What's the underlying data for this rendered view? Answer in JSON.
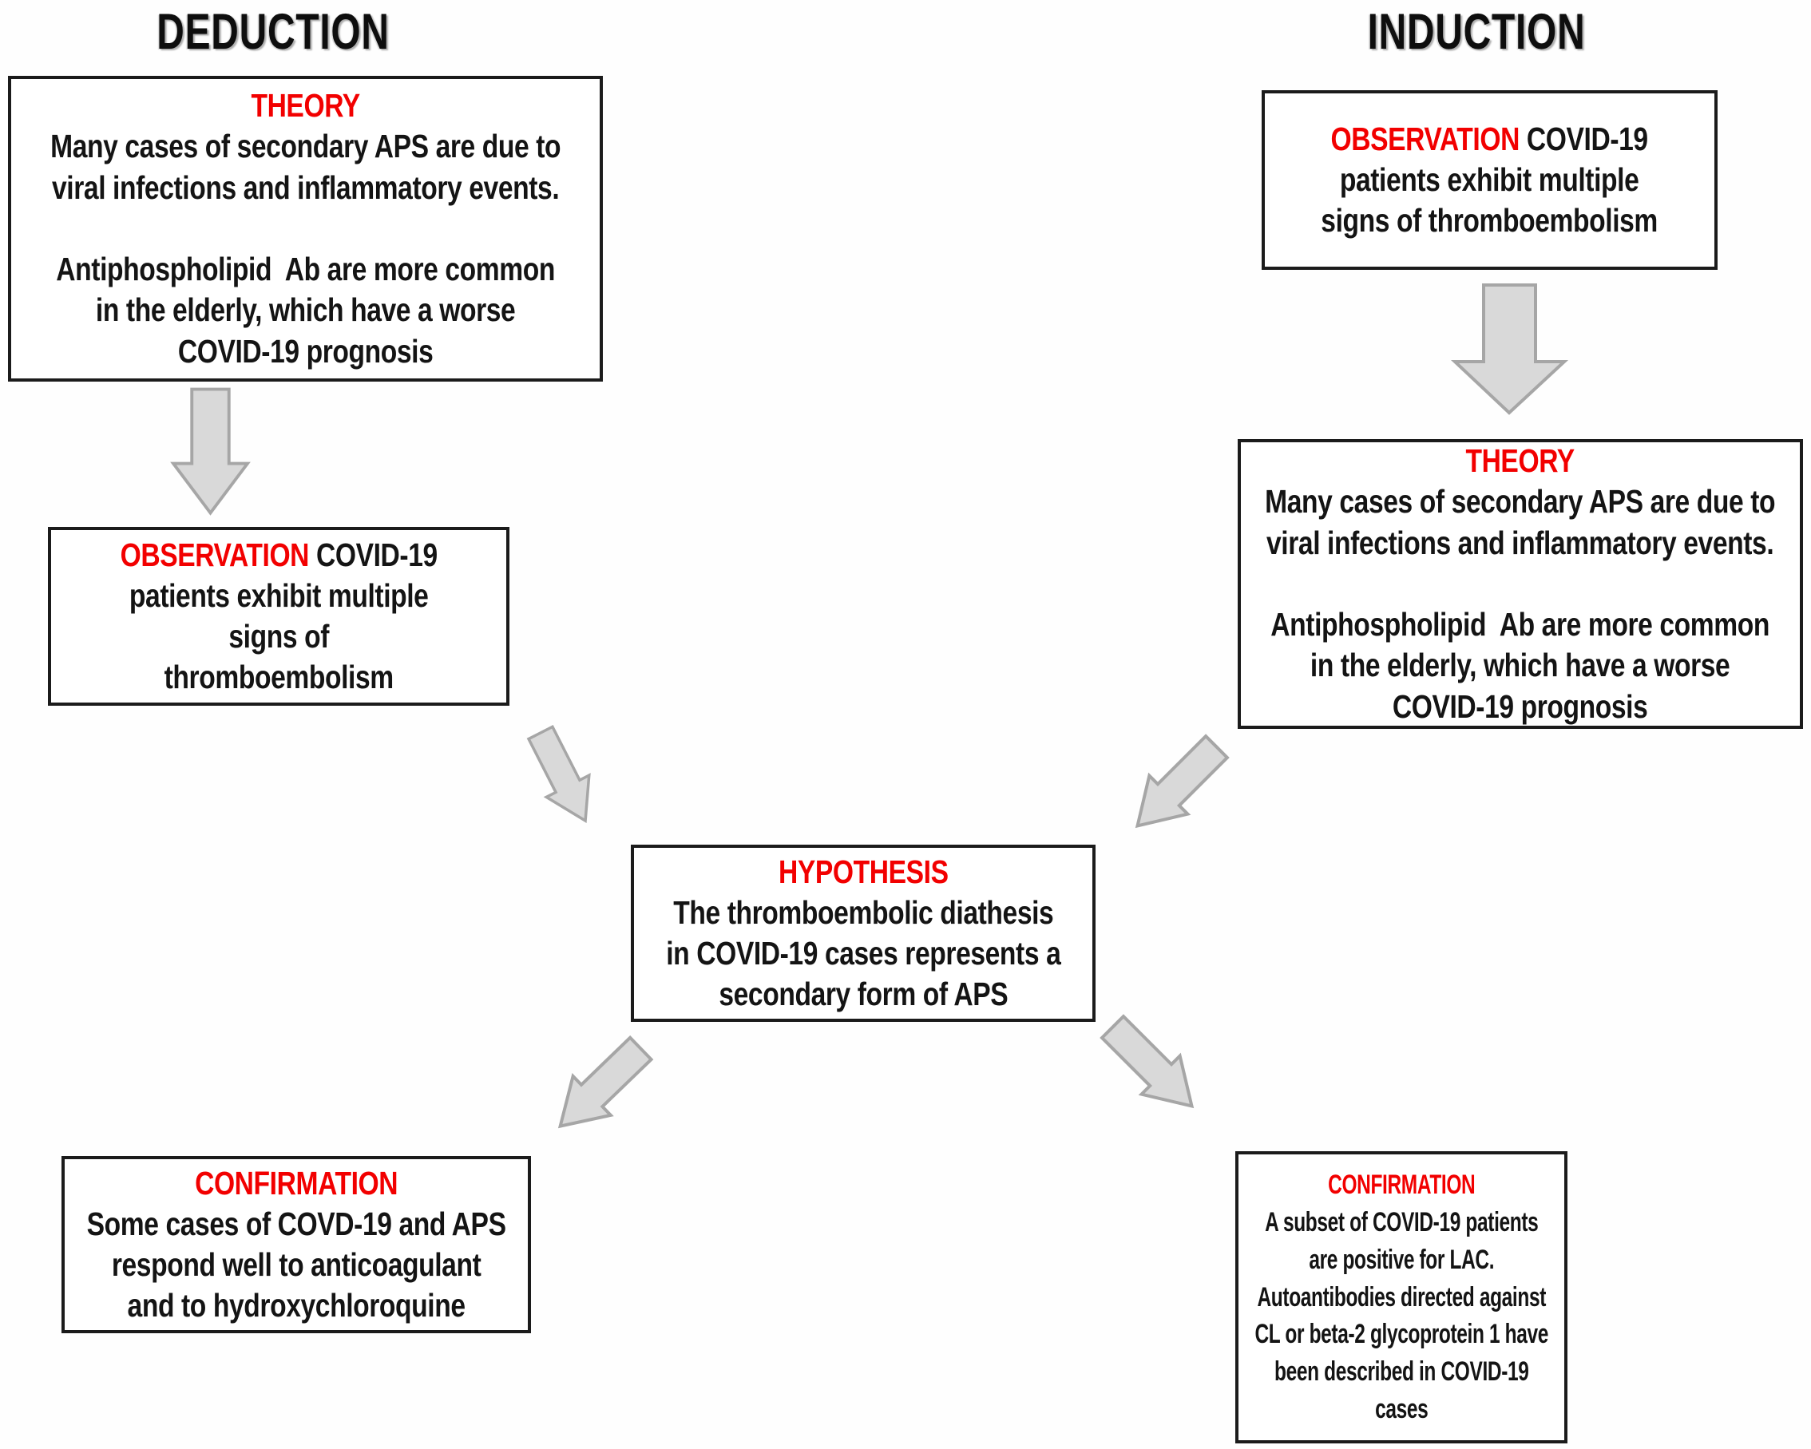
{
  "colors": {
    "heading_red": "#f20000",
    "text_black": "#141414",
    "box_border": "#1b1b1b",
    "arrow_fill": "#d9d9d9",
    "arrow_stroke": "#a6a6a6",
    "background": "#fefefe"
  },
  "diagram": {
    "deduction": {
      "title": "DEDUCTION",
      "theory": {
        "heading": "THEORY",
        "body": "Many cases of secondary APS are due to\nviral infections and inflammatory events.\n\nAntiphospholipid  Ab are more common\nin the elderly, which have a worse\nCOVID-19 prognosis"
      },
      "observation": {
        "label": "OBSERVATION",
        "body": " COVID-19\npatients exhibit multiple\nsigns of\nthromboembolism"
      },
      "confirmation": {
        "heading": "CONFIRMATION",
        "body": "Some cases of COVD-19 and APS\nrespond well to anticoagulant\nand to hydroxychloroquine"
      }
    },
    "induction": {
      "title": "INDUCTION",
      "observation": {
        "label": "OBSERVATION",
        "body": " COVID-19\npatients exhibit multiple\nsigns of thromboembolism"
      },
      "theory": {
        "heading": "THEORY",
        "body": "Many cases of secondary APS are due to\nviral infections and inflammatory events.\n\nAntiphospholipid  Ab are more common\nin the elderly, which have a worse\nCOVID-19 prognosis"
      },
      "confirmation": {
        "heading": "CONFIRMATION",
        "body": "A subset of COVID-19 patients\nare positive for LAC.\nAutoantibodies directed against\nCL or beta-2 glycoprotein 1 have\nbeen described in COVID-19\ncases"
      }
    },
    "hypothesis": {
      "heading": "HYPOTHESIS",
      "body": "The thromboembolic diathesis\nin COVID-19 cases represents a\nsecondary form of APS"
    }
  }
}
